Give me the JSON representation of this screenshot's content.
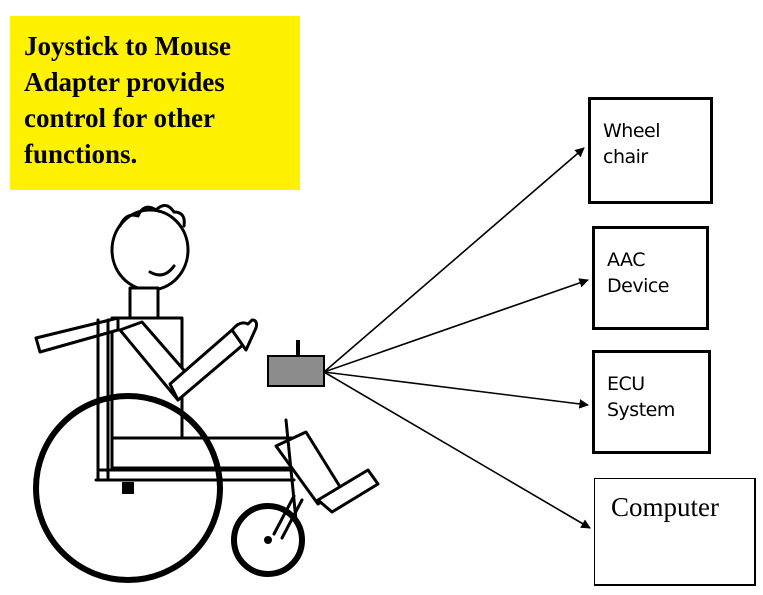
{
  "callout": {
    "text": "Joystick to Mouse\nAdapter provides\ncontrol for other\nfunctions.",
    "color": "#fff200"
  },
  "devices": [
    {
      "label": "Wheel\nchair"
    },
    {
      "label": "AAC\nDevice"
    },
    {
      "label": "ECU\nSystem"
    },
    {
      "label": "Computer"
    }
  ],
  "adapter_color": "#8c8c8c"
}
